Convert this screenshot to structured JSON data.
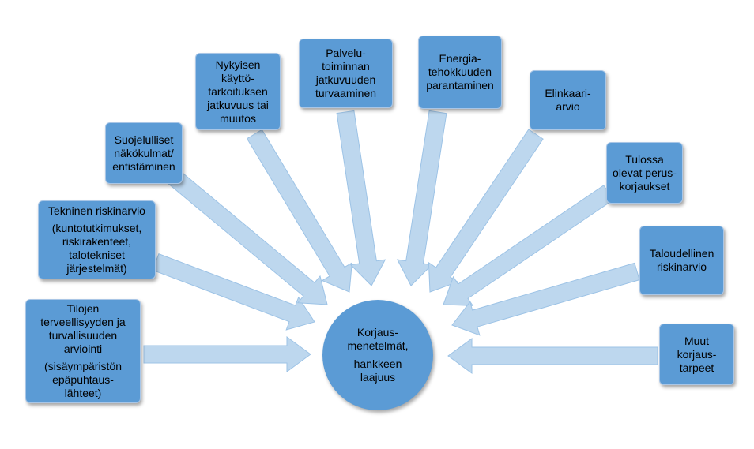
{
  "center": {
    "lines": [
      "Korjaus-",
      "menetelmät,"
    ],
    "lines2": [
      "hankkeen",
      "laajuus"
    ]
  },
  "boxes": {
    "b1": {
      "lines": [
        "Tilojen",
        "terveellisyyden ja",
        "turvallisuuden",
        "arviointi"
      ],
      "lines2": [
        "(sisäympäristön",
        "epäpuhtaus-",
        "lähteet)"
      ]
    },
    "b2": {
      "lines": [
        "Tekninen riskinarvio"
      ],
      "lines2": [
        "(kuntotutkimukset,",
        "riskirakenteet,",
        "talotekniset",
        "järjestelmät)"
      ]
    },
    "b3": {
      "lines": [
        "Suojelulliset",
        "näkökulmat/",
        "entistäminen"
      ]
    },
    "b4": {
      "lines": [
        "Nykyisen",
        "käyttö-",
        "tarkoituksen",
        "jatkuvuus tai",
        "muutos"
      ]
    },
    "b5": {
      "lines": [
        "Palvelu-",
        "toiminnan",
        "jatkuvuuden",
        "turvaaminen"
      ]
    },
    "b6": {
      "lines": [
        "Energia-",
        "tehokkuuden",
        "parantaminen"
      ]
    },
    "b7": {
      "lines": [
        "Elinkaari-",
        "arvio"
      ]
    },
    "b8": {
      "lines": [
        "Tulossa",
        "olevat perus-",
        "korjaukset"
      ]
    },
    "b9": {
      "lines": [
        "Taloudellinen",
        "riskinarvio"
      ]
    },
    "b10": {
      "lines": [
        "Muut",
        "korjaus-",
        "tarpeet"
      ]
    }
  },
  "colors": {
    "box_fill": "#5b9bd5",
    "arrow_fill": "#bdd7ee",
    "arrow_stroke": "#9dc3e6"
  }
}
